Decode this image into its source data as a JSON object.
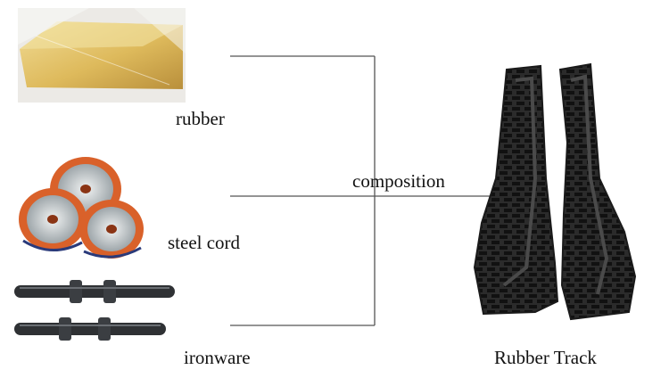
{
  "components": [
    {
      "label": "rubber",
      "icon": "rubber-block-photo"
    },
    {
      "label": "steel cord",
      "icon": "steel-cord-spools-photo"
    },
    {
      "label": "ironware",
      "icon": "iron-core-bars-photo"
    }
  ],
  "junction_label": "composition",
  "product": {
    "label": "Rubber Track",
    "icon": "rubber-track-photo"
  },
  "colors": {
    "line": "#555555",
    "rubber": "#e0c277",
    "spool": "#d9612a",
    "wire": "#c8cfd2",
    "iron": "#2f3134",
    "track": "#262626"
  }
}
